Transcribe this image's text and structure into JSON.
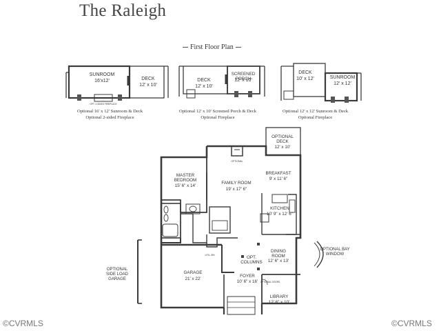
{
  "title": "The Raleigh",
  "subtitle": "First Floor Plan",
  "options": [
    {
      "caption_line1": "Optional 16' x 12' Sunroom & Deck",
      "caption_line2": "Optional 2-sided Fireplace",
      "rooms": [
        {
          "name": "SUNROOM",
          "size": "16'x12'"
        },
        {
          "name": "DECK",
          "size": "12' x 10'"
        }
      ],
      "note": "OPT. 2-SIDED FIREPLACE"
    },
    {
      "caption_line1": "Optional 12' x 10' Screened Porch & Deck",
      "caption_line2": "Optional Fireplace",
      "rooms": [
        {
          "name": "DECK",
          "size": "12' x 10'"
        },
        {
          "name": "SCREENED PORCH",
          "size": "12' x 10'"
        }
      ]
    },
    {
      "caption_line1": "Optional 12' x 12' Sunroom & Deck",
      "caption_line2": "Optional Fireplace",
      "rooms": [
        {
          "name": "DECK",
          "size": "10' x 12'"
        },
        {
          "name": "SUNROOM",
          "size": "12' x 12'"
        }
      ]
    }
  ],
  "rooms": {
    "optional_deck": {
      "name": "OPTIONAL DECK",
      "size": "12' x 10'"
    },
    "breakfast": {
      "name": "BREAKFAST",
      "size": "9' x 11' 6\""
    },
    "master_bedroom": {
      "name": "MASTER BEDROOM",
      "size": "15' 6\" x 14'"
    },
    "family_room": {
      "name": "FAMILY ROOM",
      "size": "19' x 17' 6\""
    },
    "kitchen": {
      "name": "KITCHEN",
      "size": "10' 9\" x 12' 6\""
    },
    "dining_room": {
      "name": "DINING ROOM",
      "size": "12' 6\" x 13'"
    },
    "opt_columns": "OPT. COLUMNS",
    "garage": {
      "name": "GARAGE",
      "size": "21' x 22'"
    },
    "foyer": {
      "name": "FOYER",
      "size": "10' 6\" x 16'"
    },
    "library": {
      "name": "LIBRARY",
      "size": "12' 6\" x 10'"
    }
  },
  "labels": {
    "side_load_garage": "OPTIONAL SIDE LOAD GARAGE",
    "bay_window": "OPTIONAL BAY WINDOW",
    "fireplace_note": "OPTIONAL",
    "utility": "UTIL./SH.",
    "optional_doors": "OPTIONAL DOORS"
  },
  "watermark": "©CVRMLS"
}
